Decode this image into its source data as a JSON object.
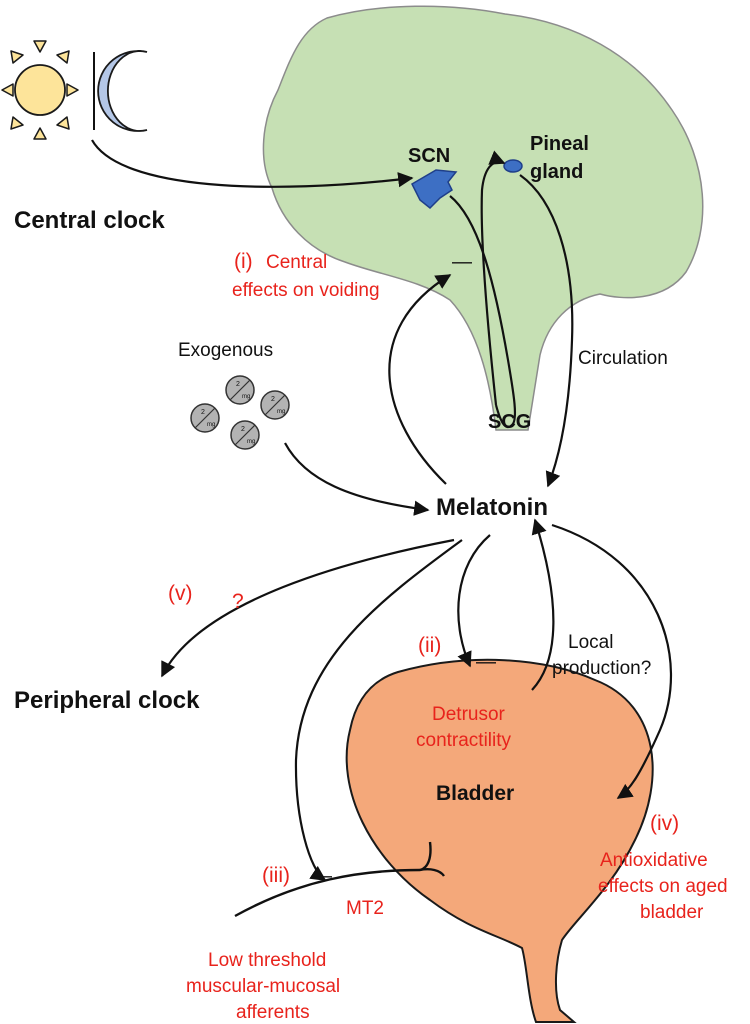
{
  "labels": {
    "central_clock": "Central clock",
    "peripheral_clock": "Peripheral clock",
    "scn": "SCN",
    "pineal_line1": "Pineal",
    "pineal_line2": "gland",
    "scg": "SCG",
    "circulation": "Circulation",
    "exogenous": "Exogenous",
    "melatonin": "Melatonin",
    "local_production_line1": "Local",
    "local_production_line2": "production?",
    "bladder": "Bladder",
    "mt2": "MT2",
    "pill_text_top": "2",
    "pill_text_bottom": "mg",
    "inhibit_sign": "—"
  },
  "effects": {
    "i_marker": "(i)",
    "i_line1": "Central",
    "i_line2": "effects on voiding",
    "ii_marker": "(ii)",
    "detrusor_line1": "Detrusor",
    "detrusor_line2": "contractility",
    "iii_marker": "(iii)",
    "afferent_line1": "Low threshold",
    "afferent_line2": "muscular-mucosal",
    "afferent_line3": "afferents",
    "iv_marker": "(iv)",
    "iv_line1": "Antioxidative",
    "iv_line2": "effects on aged",
    "iv_line3": "bladder",
    "v_marker": "(v)",
    "v_question": "?"
  },
  "colors": {
    "brain_fill": "#c6e0b4",
    "brain_stroke": "#8c8c8c",
    "nucleus_fill": "#3d6fc4",
    "nucleus_stroke": "#1f3f8a",
    "bladder_fill": "#f4a87a",
    "bladder_stroke": "#1a1a1a",
    "sun_fill": "#fde49a",
    "moon_fill": "#b4c7e7",
    "pill_fill": "#b3b3b3",
    "effect_text": "#e8231c",
    "line": "#111111"
  },
  "icons": [
    "sun-icon",
    "moon-icon",
    "pill-icon"
  ]
}
